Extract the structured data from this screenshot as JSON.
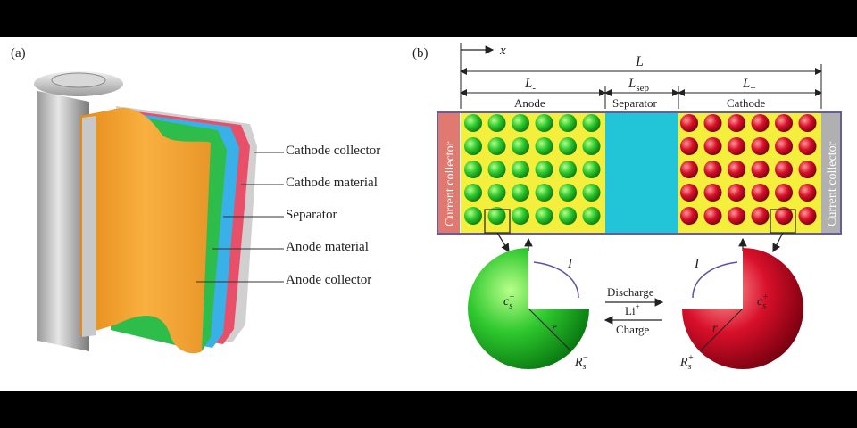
{
  "panel_a": {
    "label": "(a)",
    "layers": [
      {
        "label": "Cathode collector",
        "color": "#c8c8c8"
      },
      {
        "label": "Cathode material",
        "color": "#e8506a"
      },
      {
        "label": "Separator",
        "color": "#3ab0e8"
      },
      {
        "label": "Anode material",
        "color": "#2ebd4a"
      },
      {
        "label": "Anode collector",
        "color": "#f0a030"
      }
    ]
  },
  "panel_b": {
    "label": "(b)",
    "x_axis": "x",
    "total_length": "L",
    "anode_length": "L",
    "anode_length_sub": "-",
    "sep_length": "L",
    "sep_length_sub": "sep",
    "cathode_length": "L",
    "cathode_length_sub": "+",
    "anode": "Anode",
    "separator": "Separator",
    "cathode": "Cathode",
    "left_collector": "Current collector",
    "right_collector": "Current collector",
    "current": "I",
    "current_right": "I",
    "cs_anode": "c",
    "cs_anode_sub": "s",
    "cs_anode_sup": "−",
    "cs_cathode": "c",
    "cs_cathode_sub": "s",
    "cs_cathode_sup": "+",
    "radius": "r",
    "radius_right": "r",
    "rs_anode": "R",
    "rs_anode_sub": "s",
    "rs_anode_sup": "−",
    "rs_cathode": "R",
    "rs_cathode_sub": "s",
    "rs_cathode_sup": "+",
    "discharge": "Discharge",
    "ion": "Li",
    "ion_sup": "+",
    "charge": "Charge",
    "colors": {
      "anode_bg": "#f4ee3c",
      "separator": "#22c4d8",
      "anode_particle": "#22b02a",
      "cathode_particle": "#d8102a",
      "left_collector": "#e07a70",
      "right_collector": "#b0b0b0",
      "border": "#6a5aa0"
    }
  }
}
